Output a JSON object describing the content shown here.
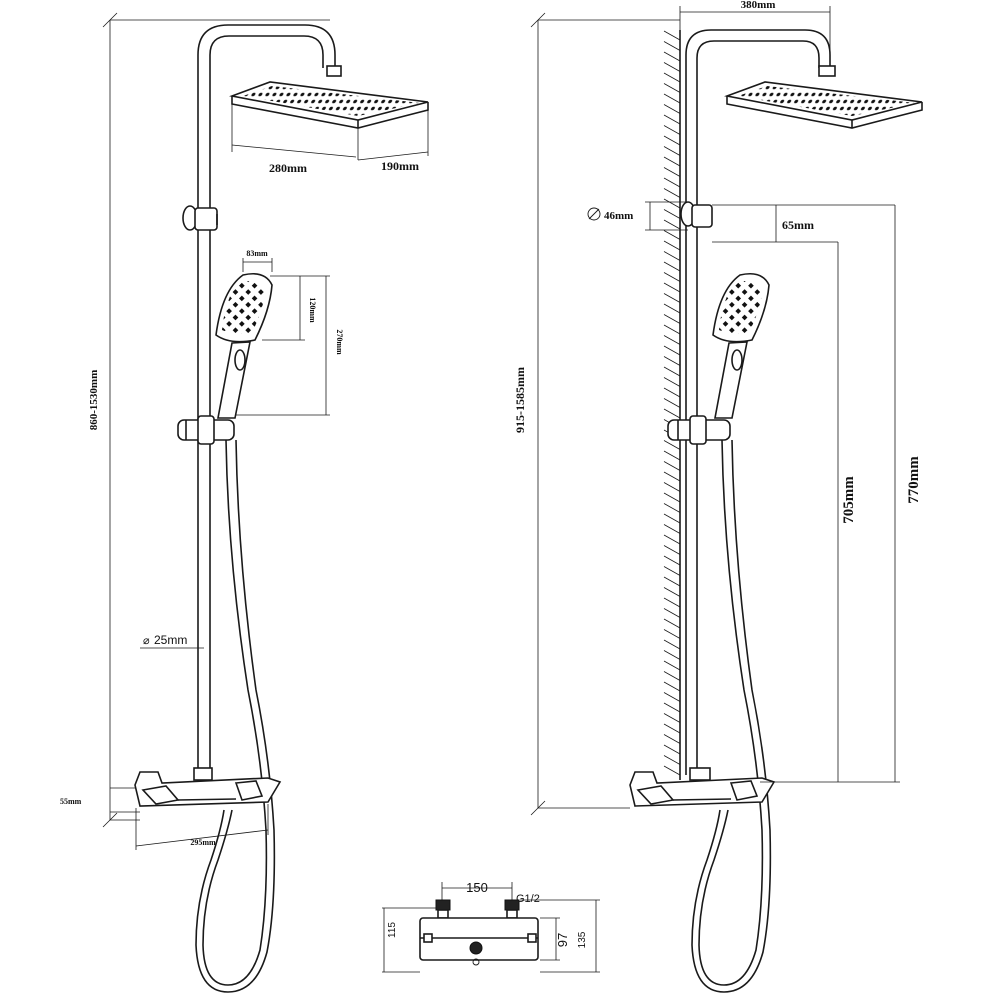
{
  "left_view": {
    "total_height": "860-1530mm",
    "head_width": "280mm",
    "head_depth": "190mm",
    "handset_width": "83mm",
    "handset_face": "120mm",
    "handset_length": "270mm",
    "pipe_diameter": "25mm",
    "bar_height": "55mm",
    "bar_width": "295mm"
  },
  "right_view": {
    "reach": "380mm",
    "total_height": "915-1585mm",
    "bracket_diameter": "46mm",
    "bracket_offset": "65mm",
    "slide_height": "705mm",
    "bracket_height": "770mm"
  },
  "valve_detail": {
    "centers": "150",
    "thread": "G1/2",
    "height_115": "115",
    "height_97": "97",
    "height_135": "135"
  },
  "symbols": {
    "diameter": "⌀"
  }
}
